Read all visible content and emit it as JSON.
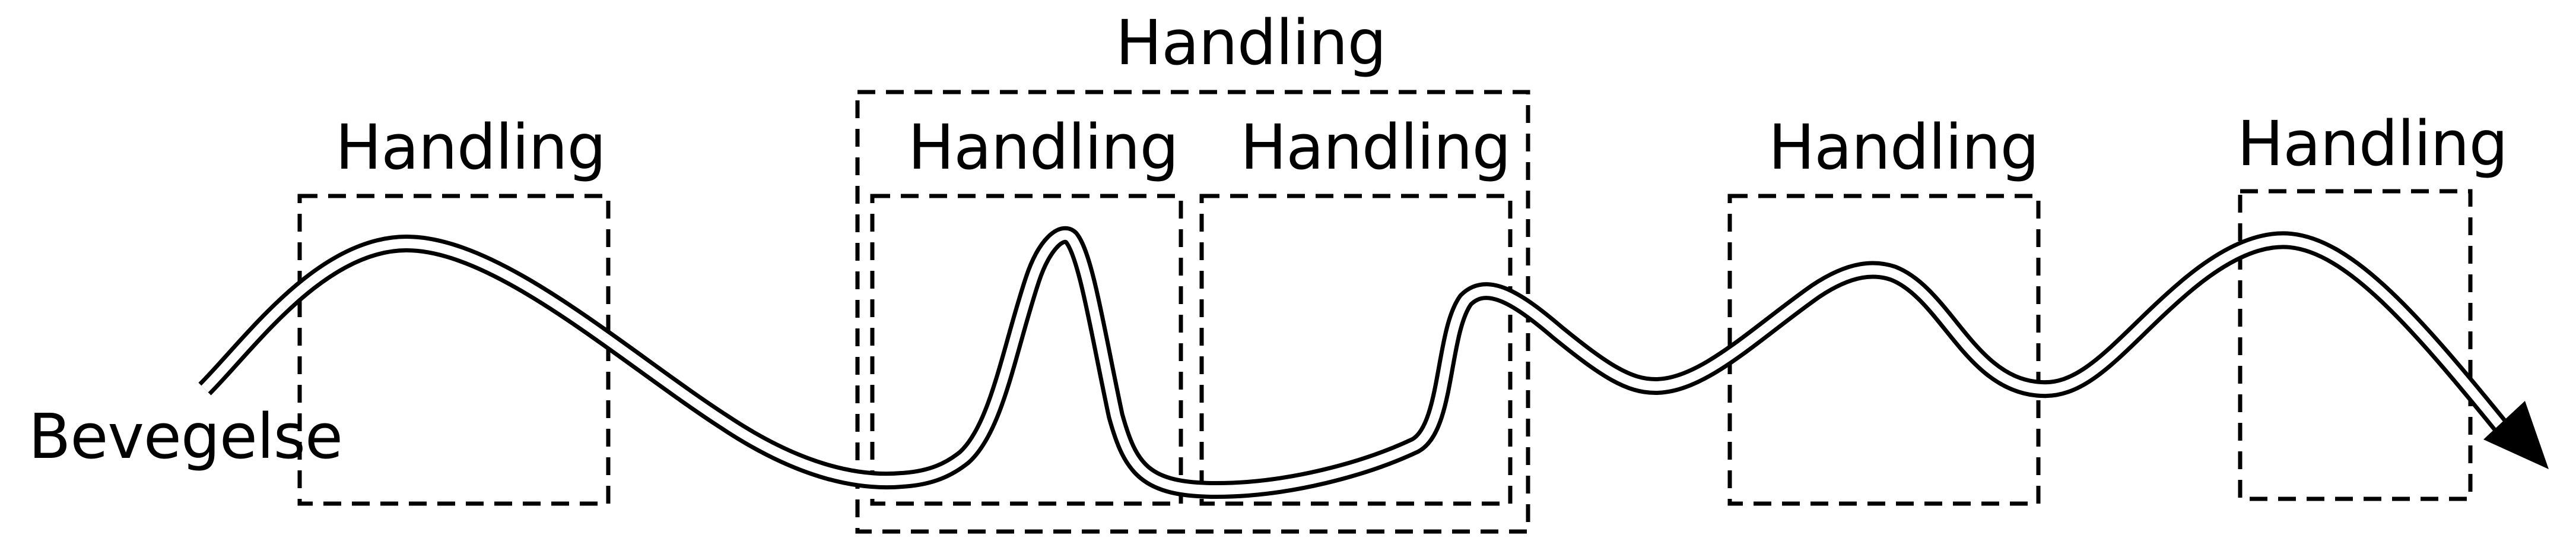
{
  "diagram": {
    "movement_label": "Bevegelse",
    "groups": [
      {
        "id": "handling-1",
        "label": "Handling"
      },
      {
        "id": "handling-2",
        "label": "Handling"
      },
      {
        "id": "handling-3",
        "label": "Handling"
      },
      {
        "id": "handling-4",
        "label": "Handling"
      },
      {
        "id": "handling-5",
        "label": "Handling"
      },
      {
        "id": "handling-outer",
        "label": "Handling"
      }
    ]
  },
  "colors": {
    "line": "#000000",
    "background": "#ffffff"
  }
}
